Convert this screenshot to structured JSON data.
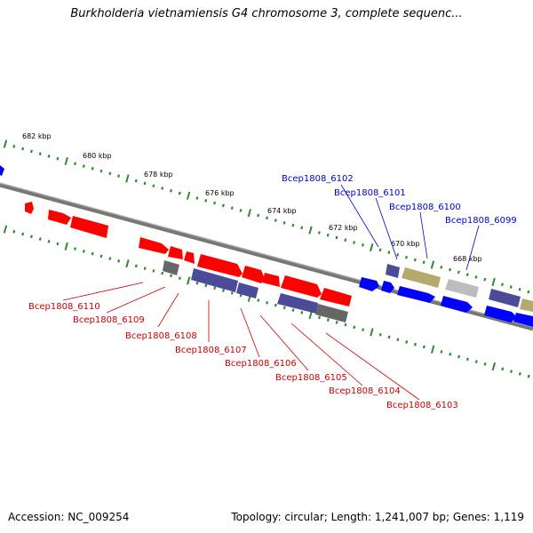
{
  "title": "Burkholderia vietnamiensis G4 chromosome 3, complete sequenc...",
  "footer": {
    "accession": "Accession: NC_009254",
    "topology": "Topology: circular; Length: 1,241,007 bp; Genes: 1,119"
  },
  "colors": {
    "forward_gene": "#ff0000",
    "reverse_gene": "#0000ff",
    "purple_gene": "#4b4b99",
    "grey_gene": "#666666",
    "olive_gene": "#b5aa6c",
    "light_grey_gene": "#bdbdbd",
    "tick": "#2e8b2e",
    "backbone": "#7a7a7a",
    "label_red": "#cc0000",
    "label_blue": "#0000cc"
  },
  "scale_labels": [
    "682 kbp",
    "680 kbp",
    "678 kbp",
    "676 kbp",
    "674 kbp",
    "672 kbp",
    "670 kbp",
    "668 kbp"
  ],
  "gene_labels_top": [
    "Bcep1808_6102",
    "Bcep1808_6101",
    "Bcep1808_6100",
    "Bcep1808_6099"
  ],
  "gene_labels_bottom": [
    "Bcep1808_6110",
    "Bcep1808_6109",
    "Bcep1808_6108",
    "Bcep1808_6107",
    "Bcep1808_6106",
    "Bcep1808_6105",
    "Bcep1808_6104",
    "Bcep1808_6103"
  ]
}
